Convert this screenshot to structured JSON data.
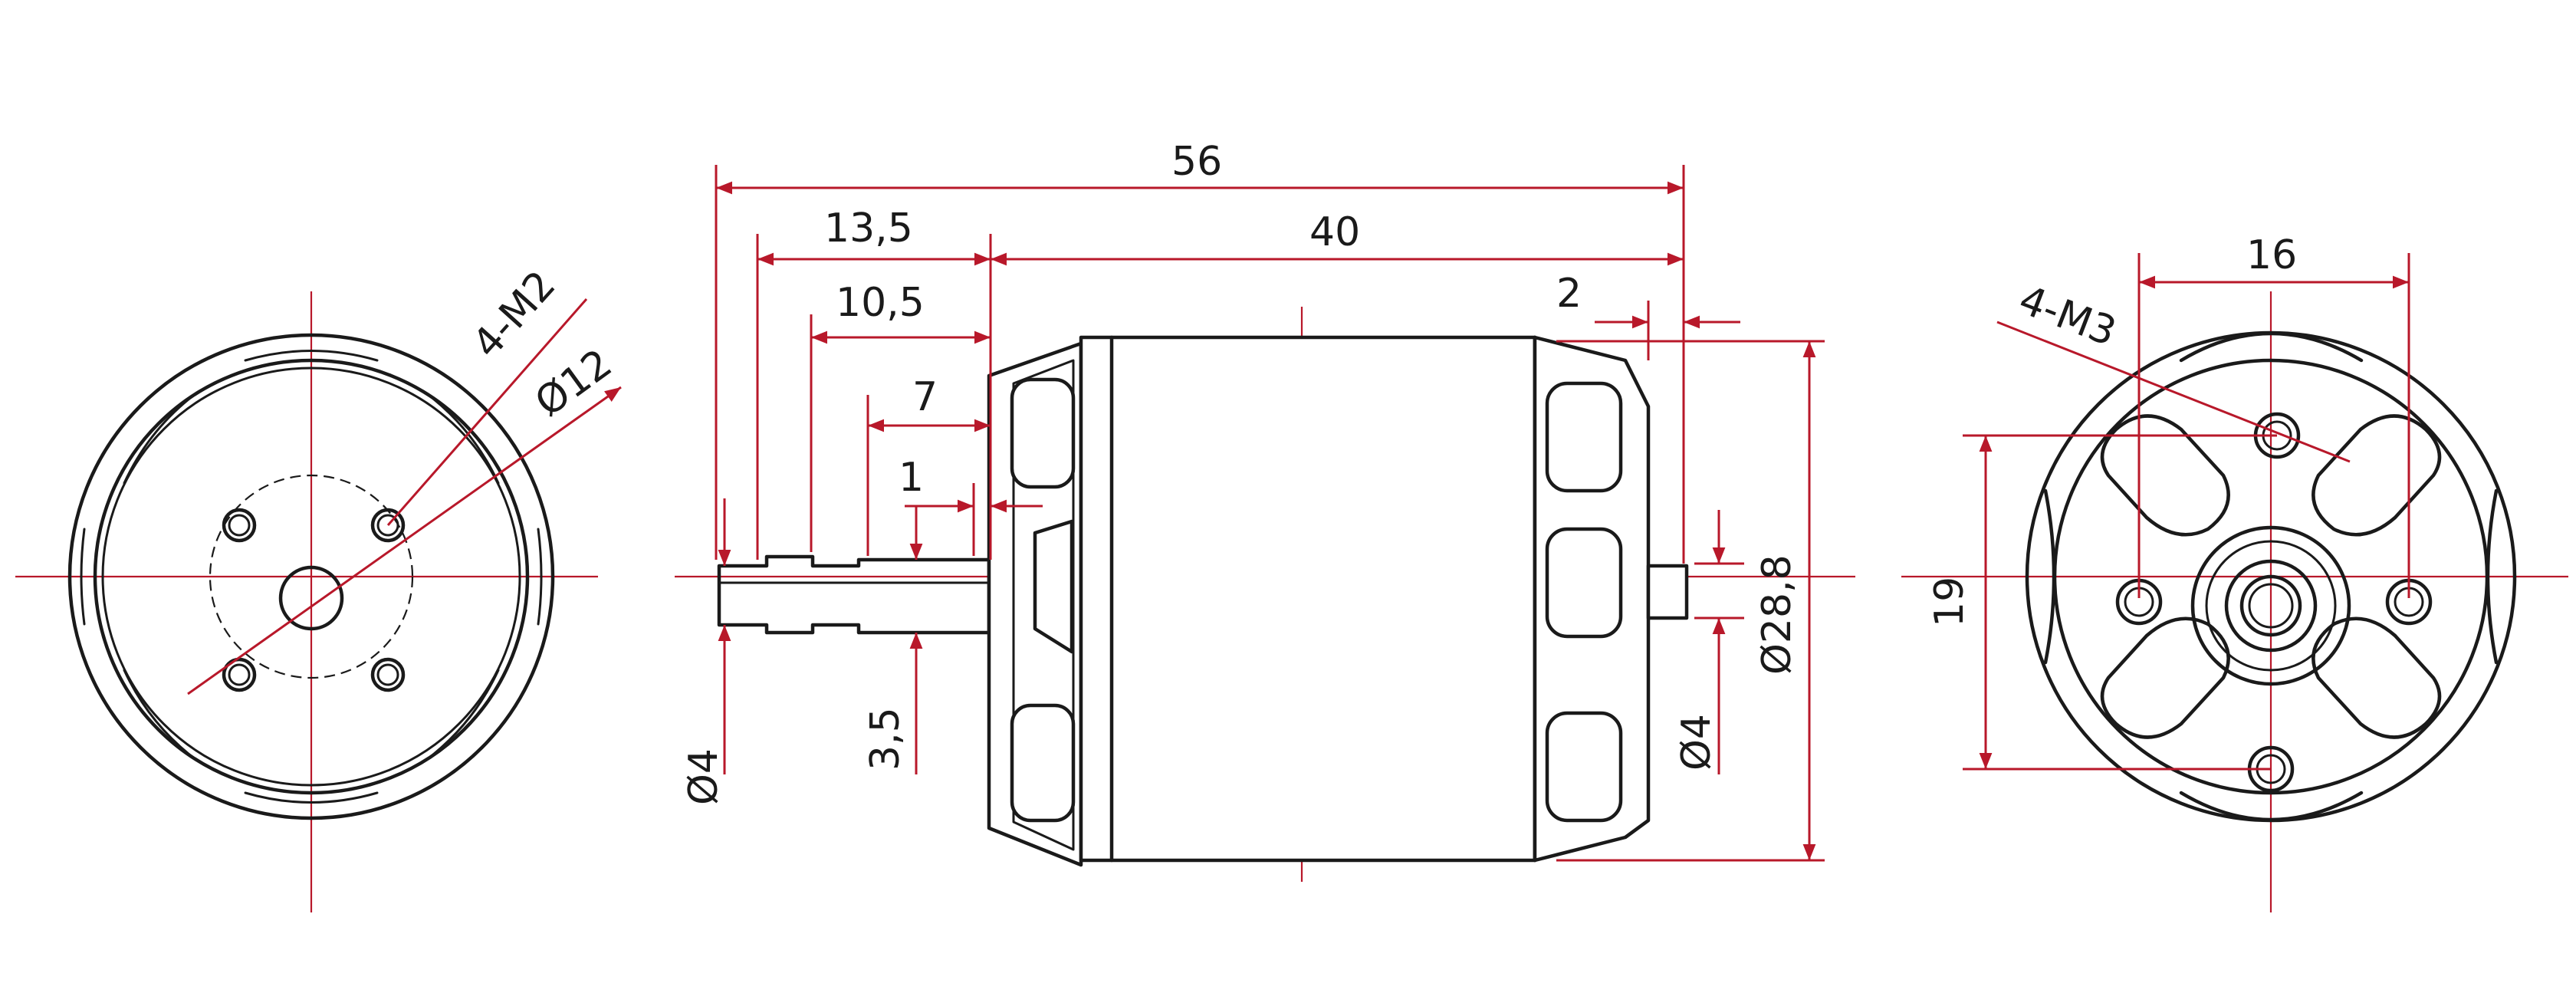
{
  "drawing": {
    "front_view": {
      "hole_note": "4-M2",
      "bolt_circle_dim": "Ø12"
    },
    "side_view": {
      "overall_length": "56",
      "shaft_to_body": "13,5",
      "body_length": "40",
      "step_10_5": "10,5",
      "step_7": "7",
      "step_1": "1",
      "rear_offset": "2",
      "shaft_dia_front": "Ø4",
      "flat_depth": "3,5",
      "shaft_dia_rear": "Ø4",
      "body_dia": "Ø28,8"
    },
    "rear_view": {
      "hole_note": "4-M3",
      "hole_spacing_h": "16",
      "hole_spacing_v": "19"
    }
  },
  "colors": {
    "outline": "#1a1a1a",
    "dimension": "#b8182a"
  }
}
